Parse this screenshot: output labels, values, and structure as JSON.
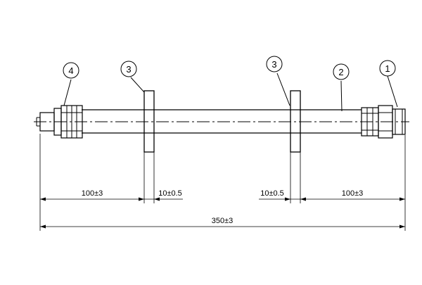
{
  "callouts": [
    {
      "id": "1",
      "label": "1"
    },
    {
      "id": "2",
      "label": "2"
    },
    {
      "id": "3a",
      "label": "3"
    },
    {
      "id": "3b",
      "label": "3"
    },
    {
      "id": "4",
      "label": "4"
    }
  ],
  "dimensions": {
    "left_offset": "100±3",
    "left_clip_width": "10±0.5",
    "right_clip_width": "10±0.5",
    "right_offset": "100±3",
    "overall_length": "350±3"
  }
}
